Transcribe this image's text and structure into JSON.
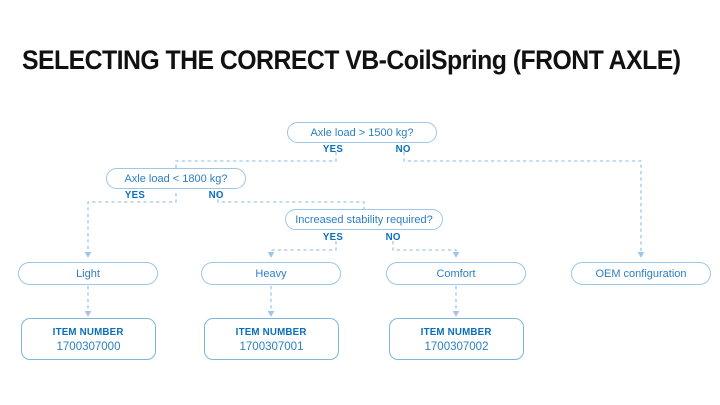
{
  "title": "SELECTING THE CORRECT VB-CoilSpring (FRONT AXLE)",
  "colors": {
    "node_border": "#9dc6e8",
    "node_text": "#2b7fc4",
    "label_text": "#0a6ebd",
    "connector": "#9dc6e8",
    "item_border": "#7fb6de",
    "title_text": "#111111",
    "background": "#ffffff"
  },
  "chart_data": {
    "type": "diagram",
    "title": "SELECTING THE CORRECT VB-CoilSpring (FRONT AXLE)",
    "nodes": [
      {
        "id": "q1",
        "kind": "decision",
        "label": "Axle load > 1500 kg?"
      },
      {
        "id": "q2",
        "kind": "decision",
        "label": "Axle load < 1800 kg?"
      },
      {
        "id": "q3",
        "kind": "decision",
        "label": "Increased stability required?"
      },
      {
        "id": "r1",
        "kind": "result",
        "label": "Light"
      },
      {
        "id": "r2",
        "kind": "result",
        "label": "Heavy"
      },
      {
        "id": "r3",
        "kind": "result",
        "label": "Comfort"
      },
      {
        "id": "r4",
        "kind": "result",
        "label": "OEM configuration"
      },
      {
        "id": "i1",
        "kind": "item",
        "label": "ITEM NUMBER",
        "value": "1700307000"
      },
      {
        "id": "i2",
        "kind": "item",
        "label": "ITEM NUMBER",
        "value": "1700307001"
      },
      {
        "id": "i3",
        "kind": "item",
        "label": "ITEM NUMBER",
        "value": "1700307002"
      }
    ],
    "edges": [
      {
        "from": "q1",
        "to": "q2",
        "label": "YES"
      },
      {
        "from": "q1",
        "to": "r4",
        "label": "NO"
      },
      {
        "from": "q2",
        "to": "r1",
        "label": "YES"
      },
      {
        "from": "q2",
        "to": "q3",
        "label": "NO"
      },
      {
        "from": "q3",
        "to": "r2",
        "label": "YES"
      },
      {
        "from": "q3",
        "to": "r3",
        "label": "NO"
      },
      {
        "from": "r1",
        "to": "i1",
        "label": ""
      },
      {
        "from": "r2",
        "to": "i2",
        "label": ""
      },
      {
        "from": "r3",
        "to": "i3",
        "label": ""
      }
    ]
  },
  "nodes": {
    "q1": {
      "label": "Axle load > 1500 kg?",
      "yes": "YES",
      "no": "NO"
    },
    "q2": {
      "label": "Axle load < 1800 kg?",
      "yes": "YES",
      "no": "NO"
    },
    "q3": {
      "label": "Increased stability required?",
      "yes": "YES",
      "no": "NO"
    },
    "r1": {
      "label": "Light"
    },
    "r2": {
      "label": "Heavy"
    },
    "r3": {
      "label": "Comfort"
    },
    "r4": {
      "label": "OEM configuration"
    }
  },
  "items": [
    {
      "label": "ITEM NUMBER",
      "value": "1700307000"
    },
    {
      "label": "ITEM NUMBER",
      "value": "1700307001"
    },
    {
      "label": "ITEM NUMBER",
      "value": "1700307002"
    }
  ]
}
